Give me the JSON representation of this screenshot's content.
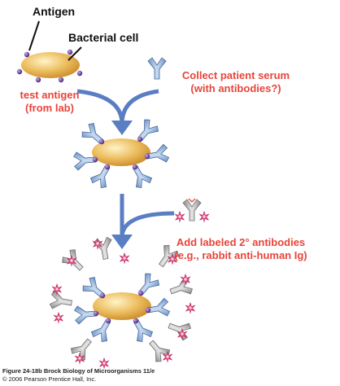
{
  "labels": {
    "antigen": "Antigen",
    "bacterial_cell": "Bacterial cell",
    "test_antigen_line1": "test antigen",
    "test_antigen_line2": "(from lab)",
    "collect_serum_line1": "Collect patient serum",
    "collect_serum_line2": "(with antibodies?)",
    "add_labeled_line1": "Add labeled 2° antibodies",
    "add_labeled_line2": "(e.g., rabbit anti-human Ig)"
  },
  "caption": {
    "line1": "Figure 24-18b  Brock Biology of Microorganisms 11/e",
    "line2": "© 2006 Pearson Prentice Hall, Inc."
  },
  "colors": {
    "label_red": "#e8443a",
    "arrow_blue": "#5a7ec2",
    "primary_antibody": "#8fb5dd",
    "secondary_antibody": "#b8b8b8",
    "antigen_purple": "#6b3f9e",
    "label_star": "#c2185b",
    "cell_fill": "#e8b455"
  }
}
